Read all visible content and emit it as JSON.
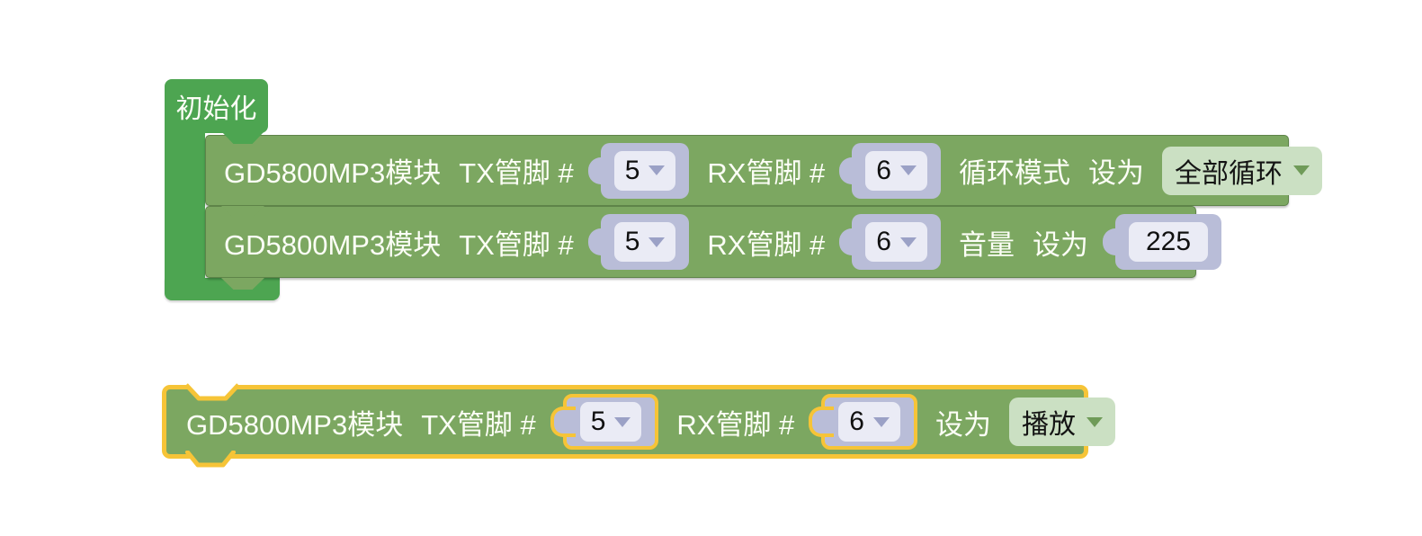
{
  "colors": {
    "wrapper_green": "#4DA551",
    "block_green": "#7CA761",
    "shadow_lavender": "#B9BDD8",
    "field_bg": "#EAEBF5",
    "pill_green": "#CBE0C3",
    "selection_yellow": "#F6C437",
    "label_text": "#FCFEF6"
  },
  "workspace": {
    "init_stack": {
      "hat_label": "初始化",
      "loop_block": {
        "label_module": "GD5800MP3模块",
        "label_tx": "TX管脚 #",
        "tx_pin": "5",
        "label_rx": "RX管脚 #",
        "rx_pin": "6",
        "label_mode": "循环模式",
        "label_set": "设为",
        "mode_value": "全部循环"
      },
      "volume_block": {
        "label_module": "GD5800MP3模块",
        "label_tx": "TX管脚 #",
        "tx_pin": "5",
        "label_rx": "RX管脚 #",
        "rx_pin": "6",
        "label_volume": "音量",
        "label_set": "设为",
        "volume_value": "225"
      }
    },
    "selected_block": {
      "label_module": "GD5800MP3模块",
      "label_tx": "TX管脚 #",
      "tx_pin": "5",
      "label_rx": "RX管脚 #",
      "rx_pin": "6",
      "label_set": "设为",
      "action_value": "播放"
    }
  }
}
